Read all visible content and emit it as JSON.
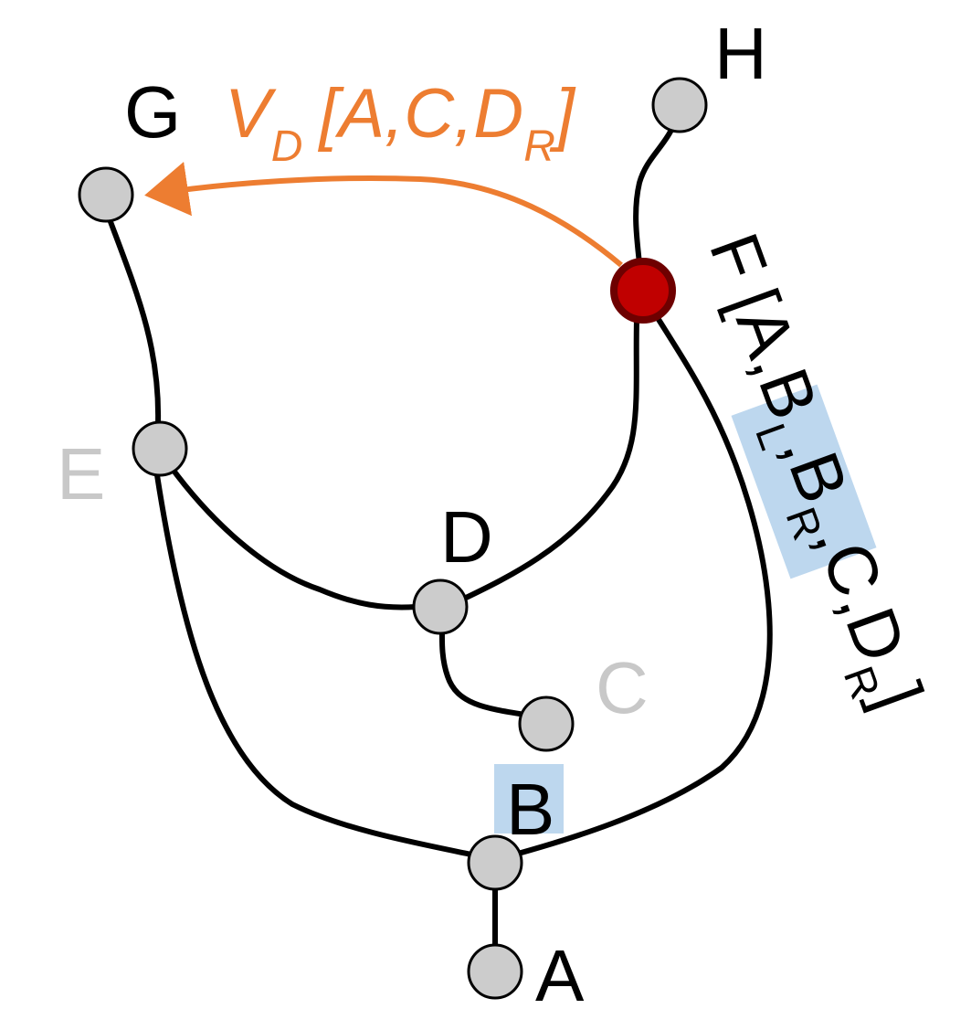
{
  "colors": {
    "edge": "#000000",
    "node_fill": "#cccccc",
    "node_stroke": "#000000",
    "highlight_node_fill": "#c00000",
    "highlight_node_stroke": "#6e0000",
    "arrow": "#ed7d31",
    "label_dark": "#000000",
    "label_gray": "#c8c8c8",
    "highlight_box": "#bdd7ee"
  },
  "nodes": {
    "A": "A",
    "B": "B",
    "C": "C",
    "D": "D",
    "E": "E",
    "F": "F",
    "G": "G",
    "H": "H"
  },
  "f_label": {
    "name": "F",
    "open": "[",
    "a": "A,",
    "bl": "B",
    "bl_sub": "L",
    "bl_comma": ",",
    "br": "B",
    "br_sub": "R",
    "br_comma": ",",
    "c": "C,",
    "dr": "D",
    "dr_sub": "R",
    "close": "]"
  },
  "vd_label": {
    "v": "V",
    "v_sub": "D",
    "open": "[A,C,",
    "d": "D",
    "d_sub": "R",
    "close": "]"
  }
}
